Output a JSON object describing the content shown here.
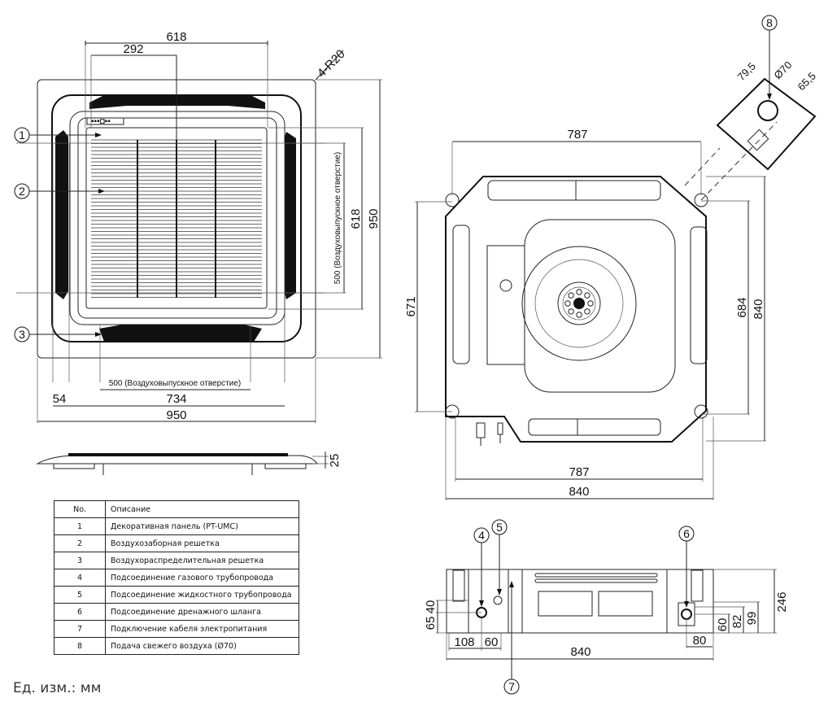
{
  "drawing": {
    "top_view": {
      "dims": {
        "w618": "618",
        "w292": "292",
        "r": "4-R20",
        "h618": "618",
        "h950": "950",
        "outlet_v": "500 (Воздуховыпускное отверстие)",
        "outlet_h": "500 (Воздуховыпускное отверстие)",
        "w54": "54",
        "w734": "734",
        "w950": "950"
      },
      "callouts": [
        "1",
        "2",
        "3"
      ]
    },
    "side_view": {
      "dims": {
        "h25": "25"
      }
    },
    "unit_view": {
      "dims": {
        "top787": "787",
        "h671": "671",
        "h684": "684",
        "h840": "840",
        "bot787": "787",
        "bot840": "840"
      }
    },
    "fresh_air": {
      "callout": "8",
      "dims": {
        "d1": "79,5",
        "d2": "Ø70",
        "d3": "65,5"
      }
    },
    "front_view": {
      "callouts": [
        "4",
        "5",
        "6",
        "7"
      ],
      "dims": {
        "h65": "65",
        "h40": "40",
        "w108": "108",
        "w60": "60",
        "w840": "840",
        "w80": "80",
        "h60": "60",
        "h82": "82",
        "h99": "99",
        "h246": "246"
      }
    }
  },
  "legend": {
    "header": {
      "no": "No.",
      "desc": "Описание"
    },
    "rows": [
      {
        "no": "1",
        "desc": "Декоративная панель (PT-UMC)"
      },
      {
        "no": "2",
        "desc": "Воздухозаборная решетка"
      },
      {
        "no": "3",
        "desc": "Воздухораспределительная решетка"
      },
      {
        "no": "4",
        "desc": "Подсоединение газового трубопровода"
      },
      {
        "no": "5",
        "desc": "Подсоединение жидкостного трубопровода"
      },
      {
        "no": "6",
        "desc": "Подсоединение дренажного шланга"
      },
      {
        "no": "7",
        "desc": "Подключение кабеля электропитания"
      },
      {
        "no": "8",
        "desc": "Подача свежего воздуха (Ø70)"
      }
    ]
  },
  "units_note": "Ед. изм.: мм"
}
